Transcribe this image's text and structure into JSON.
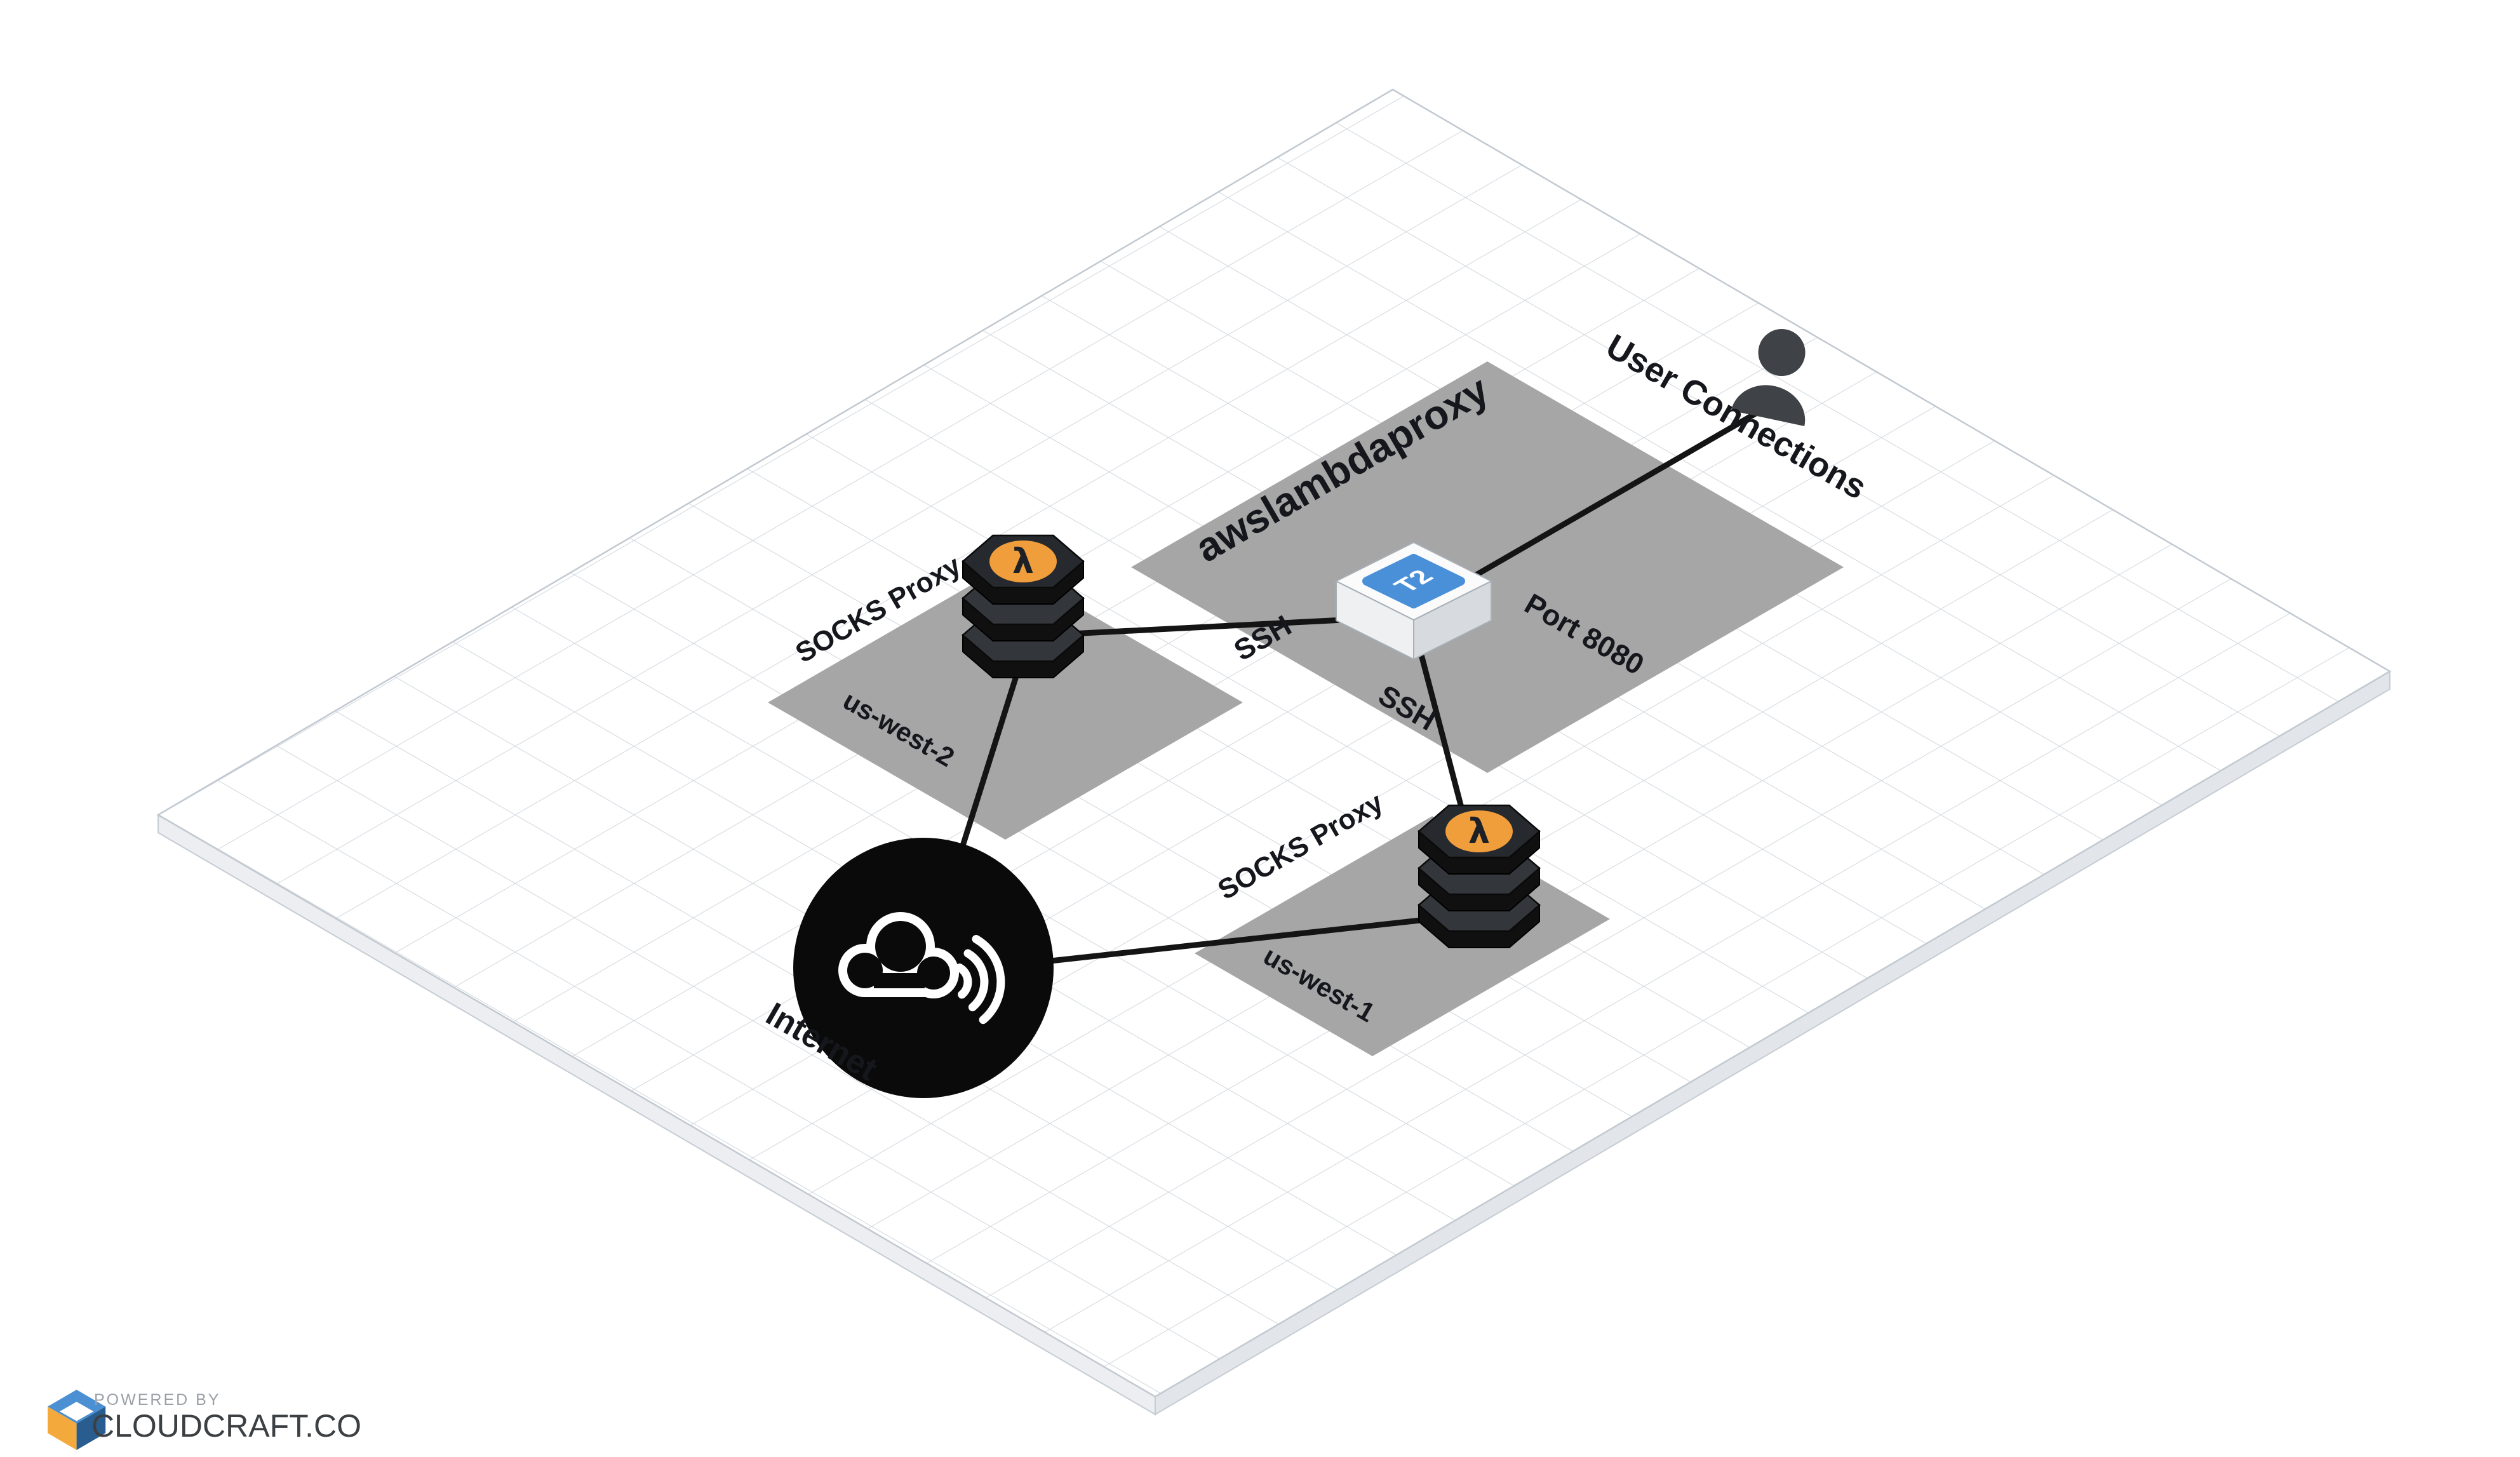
{
  "diagram": {
    "tool": "Cloudcraft",
    "zones": {
      "main": {
        "name": "awslambdaproxy"
      },
      "west2": {
        "service": "SOCKS Proxy",
        "region": "us-west-2"
      },
      "west1": {
        "service": "SOCKS Proxy",
        "region": "us-west-1"
      }
    },
    "nodes": {
      "t2": {
        "type": "EC2 instance",
        "badge": "T2",
        "caption": "Port 8080"
      },
      "lambda1": {
        "type": "AWS Lambda",
        "glyph": "λ",
        "zone": "us-west-2"
      },
      "lambda2": {
        "type": "AWS Lambda",
        "glyph": "λ",
        "zone": "us-west-1"
      },
      "internet": {
        "type": "Internet",
        "caption": "Internet"
      },
      "user": {
        "type": "Users",
        "caption": "User Connections"
      }
    },
    "connections": [
      {
        "from": "user",
        "to": "t2",
        "label": ""
      },
      {
        "from": "t2",
        "to": "lambda1",
        "label": "SSH"
      },
      {
        "from": "t2",
        "to": "lambda2",
        "label": "SSH"
      },
      {
        "from": "lambda1",
        "to": "internet",
        "label": ""
      },
      {
        "from": "lambda2",
        "to": "internet",
        "label": ""
      }
    ],
    "colors": {
      "zone_gray": "#a6a6a6",
      "grid_line": "#d4dae0",
      "lambda_orange": "#f09d3c",
      "t2_blue": "#4a90d9",
      "connection_black": "#141414"
    }
  },
  "footer": {
    "powered_by": "POWERED BY",
    "brand": "CLOUDCRAFT.CO"
  }
}
